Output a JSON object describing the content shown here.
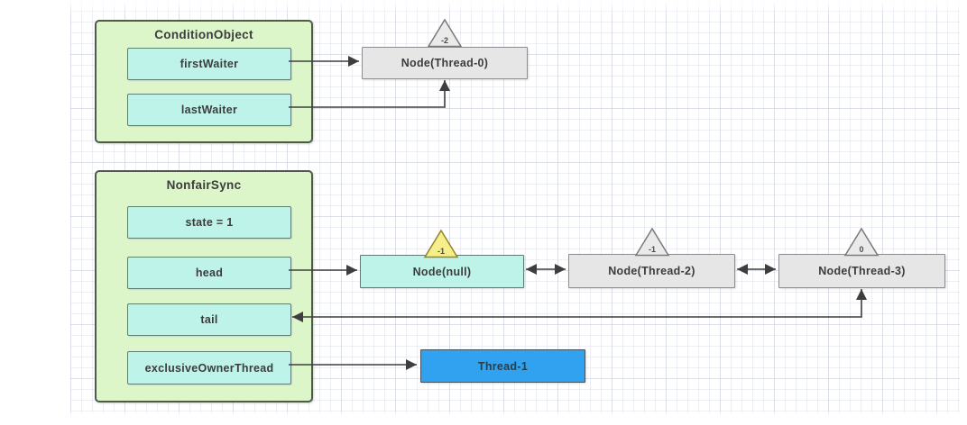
{
  "condition_object": {
    "title": "ConditionObject",
    "fields": [
      "firstWaiter",
      "lastWaiter"
    ]
  },
  "nonfair_sync": {
    "title": "NonfairSync",
    "fields": [
      "state = 1",
      "head",
      "tail",
      "exclusiveOwnerThread"
    ]
  },
  "nodes": [
    {
      "label": "Node(Thread-0)",
      "wait_status": "-2",
      "variant": "gray"
    },
    {
      "label": "Node(null)",
      "wait_status": "-1",
      "variant": "cyan",
      "badge": "yellow"
    },
    {
      "label": "Node(Thread-2)",
      "wait_status": "-1",
      "variant": "gray"
    },
    {
      "label": "Node(Thread-3)",
      "wait_status": "0",
      "variant": "gray"
    }
  ],
  "thread_box": {
    "label": "Thread-1"
  },
  "edges": [
    {
      "from": "firstWaiter",
      "to": "Node(Thread-0)",
      "type": "arrow"
    },
    {
      "from": "lastWaiter",
      "to": "Node(Thread-0)",
      "type": "arrow"
    },
    {
      "from": "head",
      "to": "Node(null)",
      "type": "arrow"
    },
    {
      "from": "tail",
      "to": "Node(Thread-3)",
      "type": "double-arrow"
    },
    {
      "from": "exclusiveOwnerThread",
      "to": "Thread-1",
      "type": "arrow"
    },
    {
      "from": "Node(null)",
      "to": "Node(Thread-2)",
      "type": "double-arrow"
    },
    {
      "from": "Node(Thread-2)",
      "to": "Node(Thread-3)",
      "type": "double-arrow"
    }
  ],
  "colors": {
    "group_fill": "#dcf6ca",
    "group_border": "#4f5a4b",
    "field_fill": "#bef3ea",
    "field_border": "#5f7d7a",
    "node_fill": "#e6e6e6",
    "node_border": "#8e8e8e",
    "badge_gray_fill": "#eaeaea",
    "badge_gray_border": "#7a7a7a",
    "badge_yellow_fill": "#f6ee8a",
    "badge_yellow_border": "#958428",
    "thread_fill": "#31a2f0",
    "thread_border": "#42525f",
    "arrow": "#3e3e3e"
  }
}
